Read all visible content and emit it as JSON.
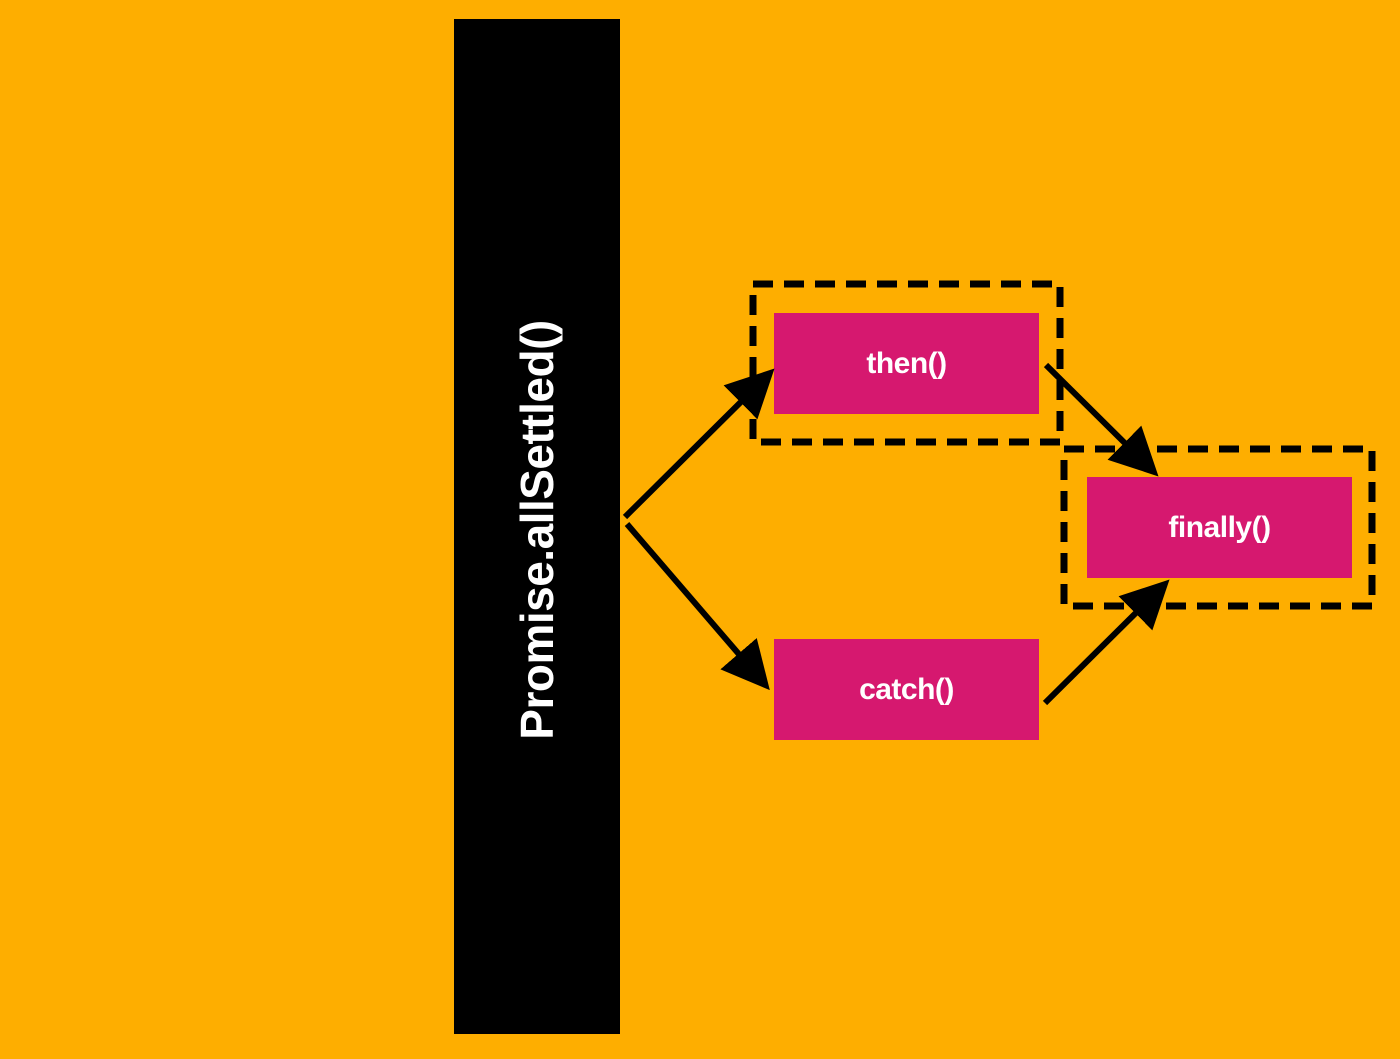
{
  "colors": {
    "background": "#FEAE00",
    "pillar": "#000000",
    "box": "#D6186F",
    "text": "#FFFFFF",
    "stroke": "#000000"
  },
  "pillar": {
    "label": "Promise.allSettled()"
  },
  "nodes": {
    "then": {
      "label": "then()"
    },
    "catch": {
      "label": "catch()"
    },
    "finally": {
      "label": "finally()"
    }
  },
  "edges": [
    {
      "from": "Promise.allSettled()",
      "to": "then()"
    },
    {
      "from": "Promise.allSettled()",
      "to": "catch()"
    },
    {
      "from": "then()",
      "to": "finally()"
    },
    {
      "from": "catch()",
      "to": "finally()"
    }
  ],
  "highlights": [
    "then()",
    "finally()"
  ]
}
